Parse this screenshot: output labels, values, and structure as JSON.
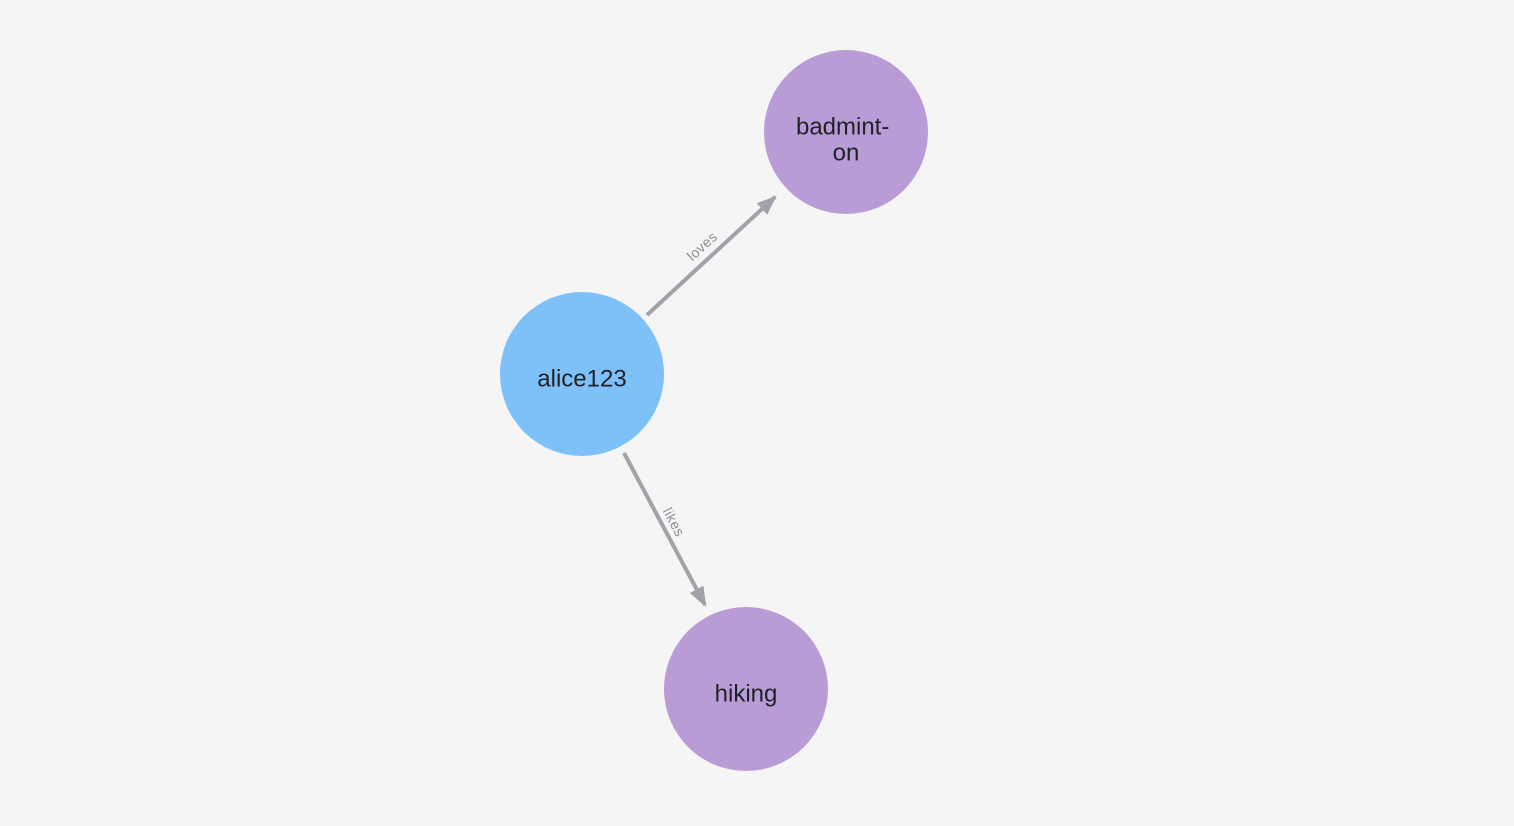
{
  "canvas": {
    "background_color": "#f4f5f4"
  },
  "graph": {
    "nodes": [
      {
        "id": "alice123",
        "label": "alice123",
        "color": "#7ec1f8",
        "text_color": "#1f2124"
      },
      {
        "id": "badminton",
        "label": "badminton",
        "label_lines": [
          "badmint-",
          "on"
        ],
        "color": "#b99cd6",
        "text_color": "#1f2124"
      },
      {
        "id": "hiking",
        "label": "hiking",
        "color": "#b99cd6",
        "text_color": "#1f2124"
      }
    ],
    "edges": [
      {
        "source": "alice123",
        "target": "badminton",
        "label": "loves"
      },
      {
        "source": "alice123",
        "target": "hiking",
        "label": "likes"
      }
    ],
    "edge_style": {
      "color": "#a1a2a9",
      "label_color": "#8d8d92"
    }
  }
}
